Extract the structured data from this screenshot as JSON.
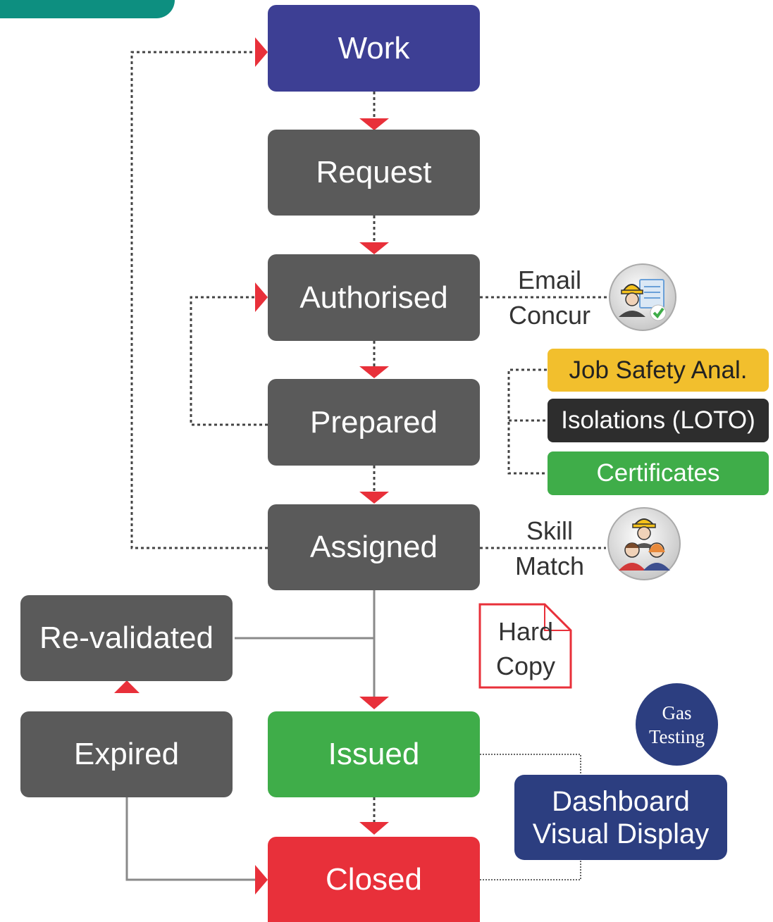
{
  "stages": {
    "work": "Work",
    "request": "Request",
    "authorised": "Authorised",
    "prepared": "Prepared",
    "assigned": "Assigned",
    "revalidated": "Re-validated",
    "expired": "Expired",
    "issued": "Issued",
    "closed": "Closed"
  },
  "annotations": {
    "email": "Email",
    "concur": "Concur",
    "skill": "Skill",
    "match": "Match",
    "hard": "Hard",
    "copy": "Copy"
  },
  "preparation_items": {
    "jsa": "Job Safety Anal.",
    "isolations": "Isolations (LOTO)",
    "certificates": "Certificates"
  },
  "dashboard": {
    "line1": "Dashboard",
    "line2": "Visual Display",
    "gas_line1": "Gas",
    "gas_line2": "Testing"
  },
  "icons": {
    "approval": "worker-approval-icon",
    "team": "team-skill-icon",
    "document": "hard-copy-document-icon"
  },
  "colors": {
    "work": "#3d3f94",
    "stage_gray": "#5a5a5a",
    "issued": "#3fad49",
    "closed": "#e8303a",
    "jsa": "#f2bf2d",
    "isolations": "#2d2d2d",
    "certificates": "#3fad49",
    "dashboard": "#2c3e80",
    "arrow": "#e8303a",
    "tab": "#0d8f80"
  }
}
